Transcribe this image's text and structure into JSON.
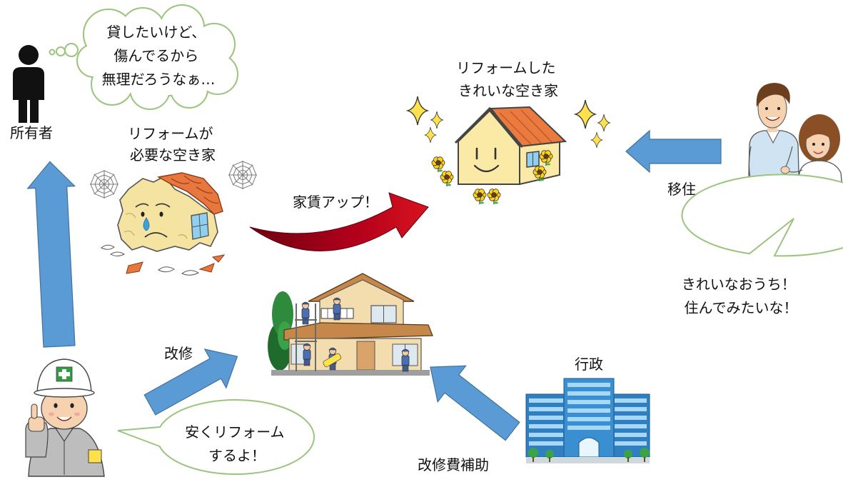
{
  "owner": {
    "label": "所有者",
    "thought": [
      "貸したいけど、",
      "傷んでるから",
      "無理だろうなぁ…"
    ]
  },
  "damaged_house": {
    "label": [
      "リフォームが",
      "必要な空き家"
    ]
  },
  "rent_increase": {
    "label": "家賃アップ！"
  },
  "renovated_house": {
    "label": [
      "リフォームした",
      "きれいな空き家"
    ]
  },
  "migration": {
    "label": "移住",
    "speech": [
      "きれいなおうち！",
      "住んでみたいな！"
    ]
  },
  "contractor": {
    "arrow_label": "改修",
    "speech": [
      "安くリフォーム",
      "するよ！"
    ]
  },
  "government": {
    "label": "行政",
    "arrow_label": "改修費補助"
  },
  "colors": {
    "arrow_blue": "#5b9bd5",
    "arrow_outline": "#41719c",
    "bubble_border": "#9bc47e",
    "rent_arrow_red": "#b3001b"
  },
  "icons": {
    "owner": "person-silhouette-icon",
    "damaged_house": "damaged-house-icon",
    "renovation": "house-under-renovation-icon",
    "renovated_house": "happy-house-icon",
    "migrants": "couple-icon",
    "contractor": "construction-worker-icon",
    "government": "office-building-icon"
  }
}
